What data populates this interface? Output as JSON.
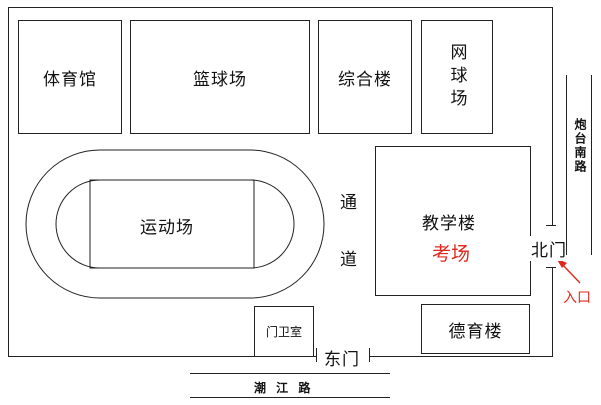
{
  "map": {
    "buildings": {
      "gym": "体育馆",
      "basketball": "篮球场",
      "complex": "综合楼",
      "tennis": "网球场",
      "track": "运动场",
      "teaching": "教学楼",
      "exam": "考场",
      "guard": "门卫室",
      "moral": "德育楼"
    },
    "passage": [
      "通",
      "道"
    ],
    "gates": {
      "north": "北门",
      "east": "东门"
    },
    "entrance": "入口",
    "roads": {
      "paotai": "炮台南路",
      "chaojiang": "潮 江 路"
    },
    "colors": {
      "exam": "#e0281e",
      "entrance": "#e0281e",
      "lines": "#222222"
    }
  }
}
